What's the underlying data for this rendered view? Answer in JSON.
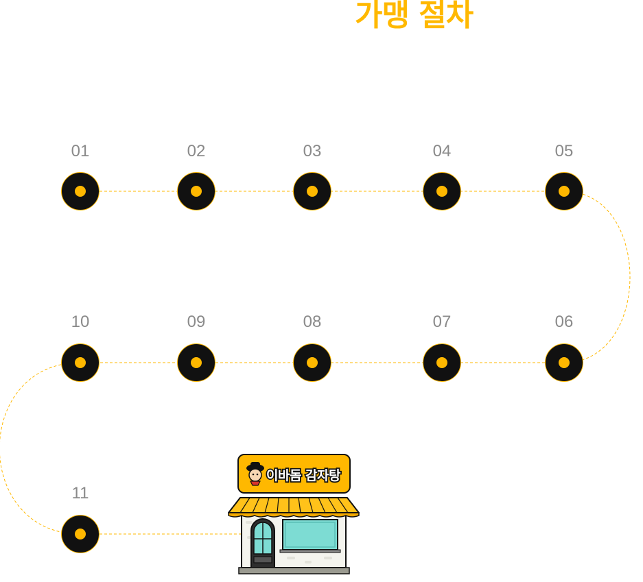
{
  "title": "가맹 절차",
  "steps": [
    "01",
    "02",
    "03",
    "04",
    "05",
    "06",
    "07",
    "08",
    "09",
    "10",
    "11"
  ],
  "store": {
    "sign_text": "이바돔 감자탕"
  },
  "colors": {
    "accent": "#FFB800",
    "dot": "#111111",
    "number": "#8a8a8a",
    "awning": "#FFC21A",
    "window": "#7DDCD3"
  }
}
